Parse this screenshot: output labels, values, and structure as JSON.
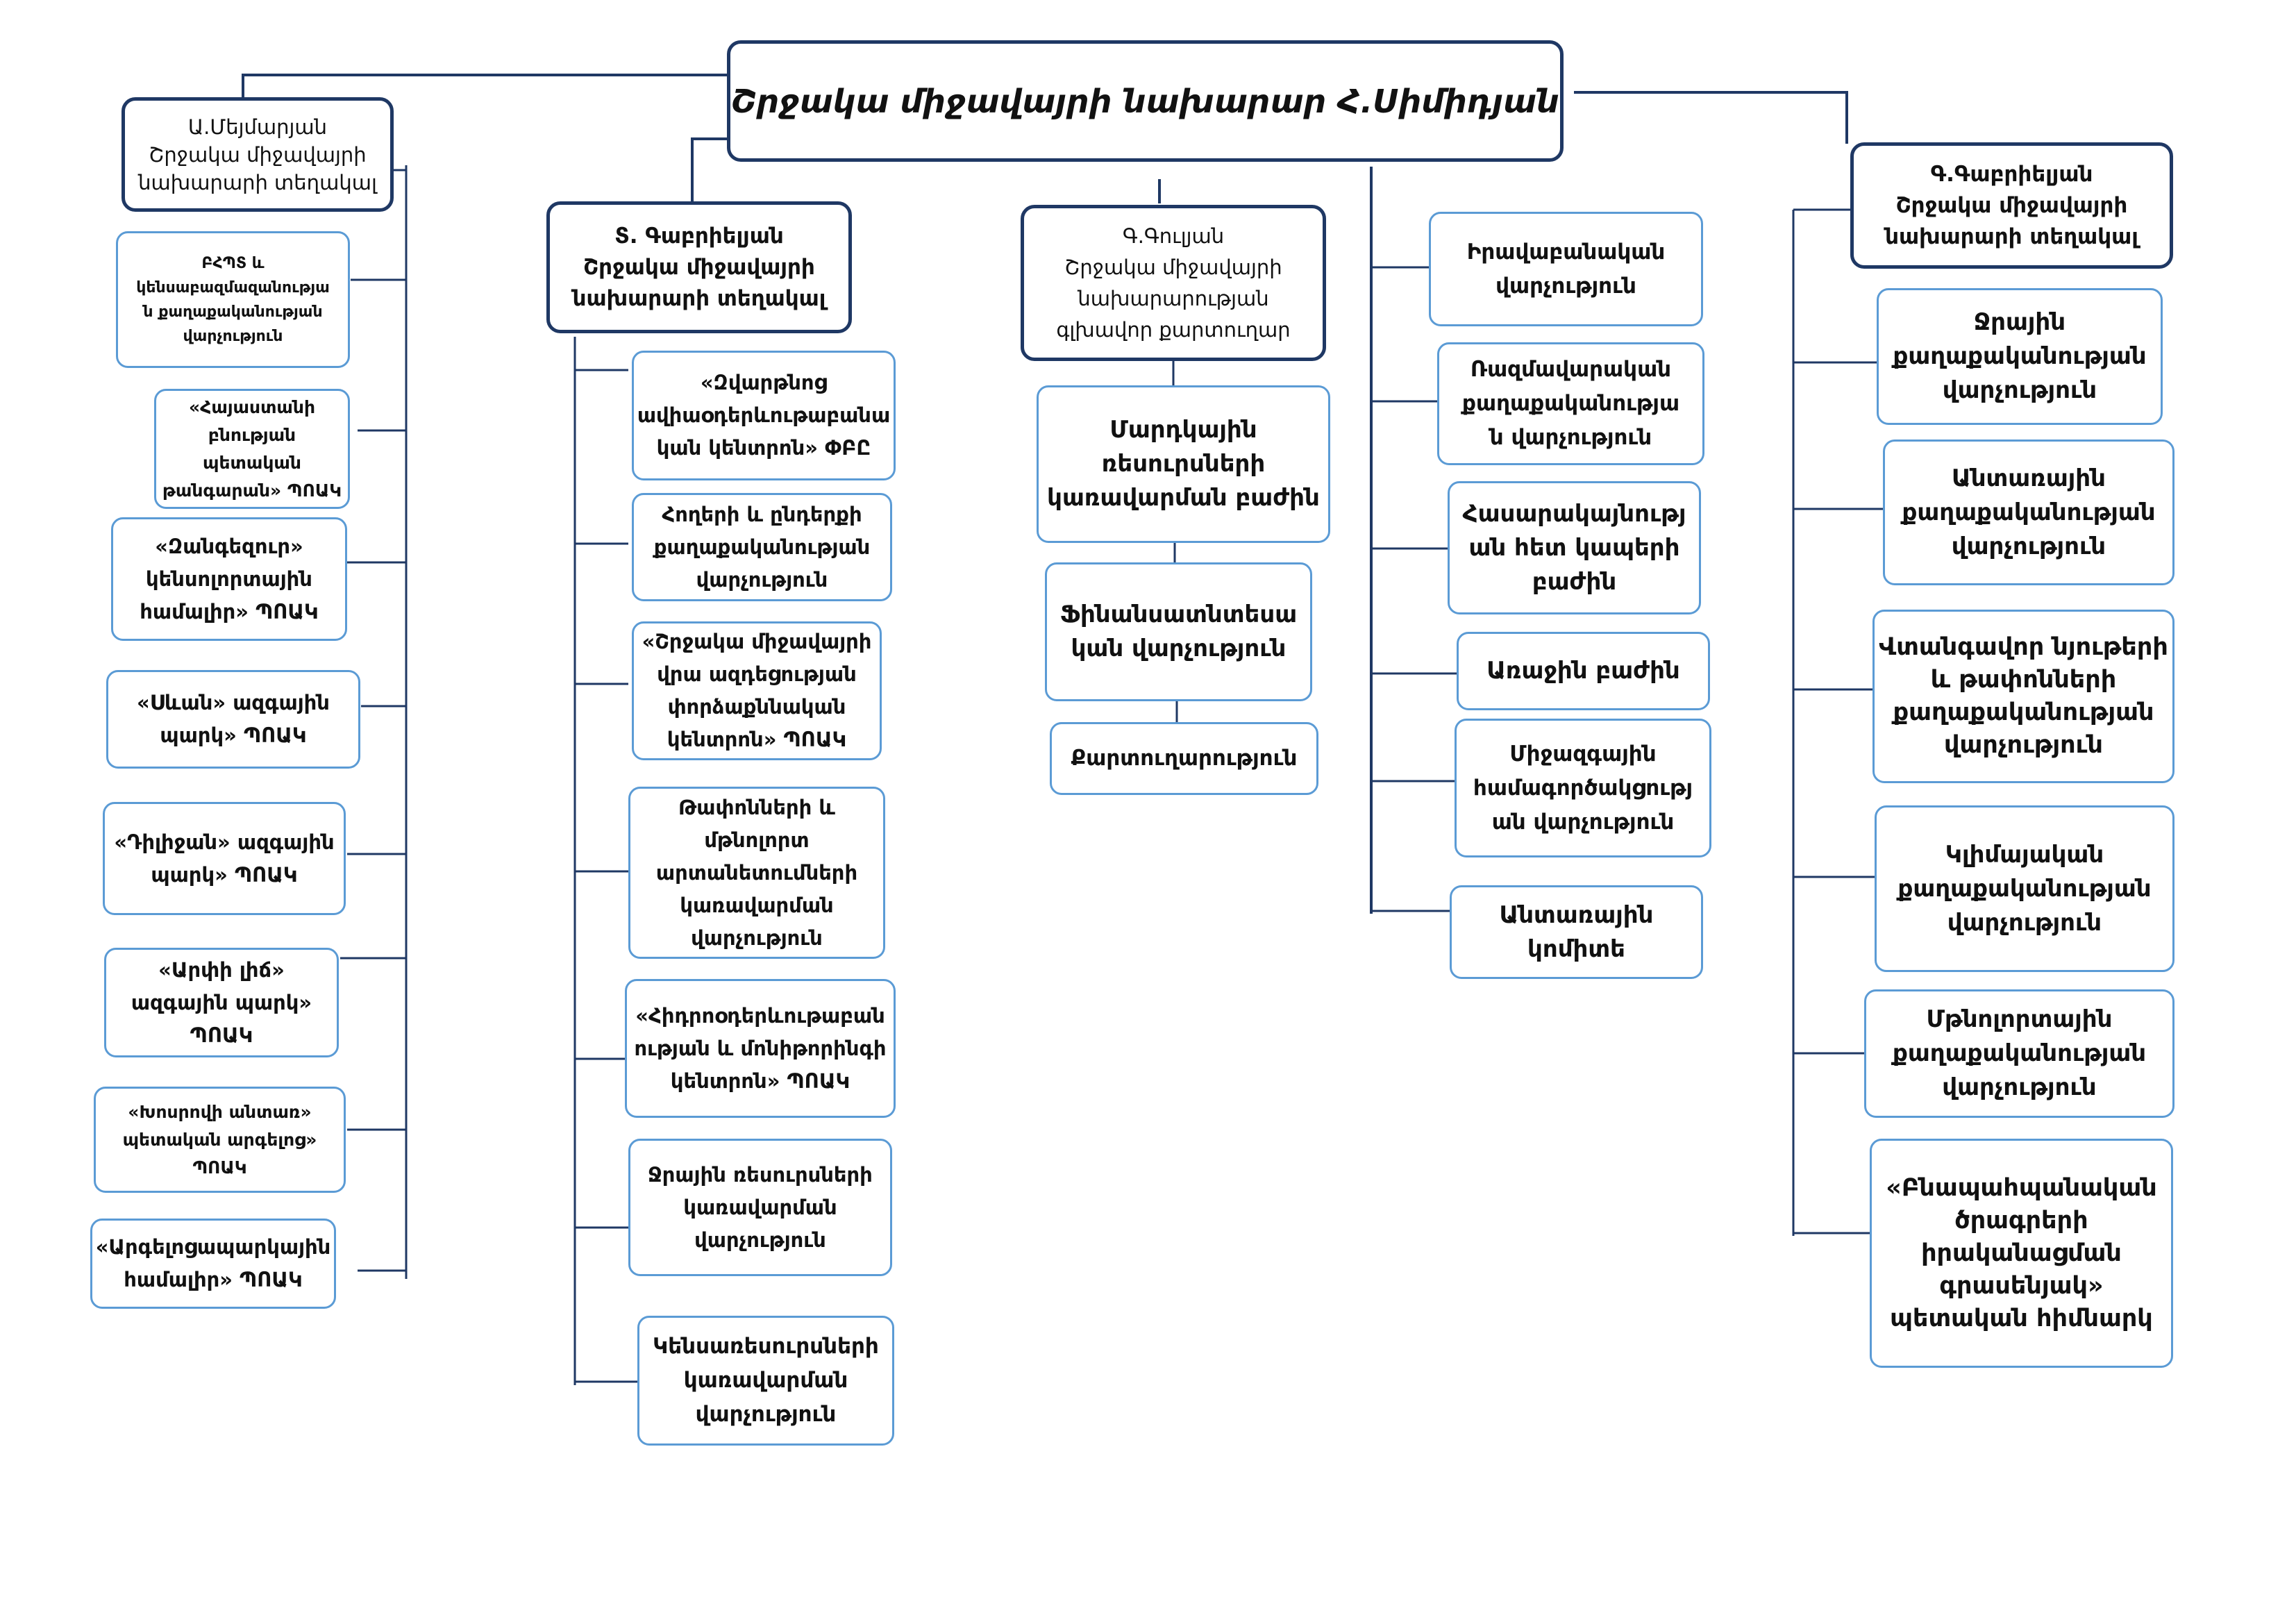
{
  "minister": {
    "label": "Շրջակա միջավայրի նախարար Հ.Սիմիդյան"
  },
  "deputies": {
    "metsoyan": {
      "label": "Ա.Մեյմարյան\nՇրջակա միջավայրի\nնախարարի տեղակալ"
    },
    "t_gabrielyan": {
      "label": "Տ. Գաբրիելյան\nՇրջակա միջավայրի\nնախարարի տեղակալ"
    },
    "g_gulyan": {
      "label": "Գ.Գուլյան\nՇրջակա միջավայրի\nնախարարության\nգլխավոր քարտուղար"
    },
    "g_gabrielyan": {
      "label": "Գ.Գաբրիելյան\nՇրջակա միջավայրի\nնախարարի տեղակալ"
    }
  },
  "column1": [
    "ԲՀՊՏ և\nկենսաբազմազանությա\nն քաղաքականության\nվարչություն",
    "«Հայաստանի\nբնության պետական\nթանգարան» ՊՈԱԿ",
    "«Զանգեզուր»\nկենսոլորտային\nհամալիր» ՊՈԱԿ",
    "«Սևան» ազգային\nպարկ» ՊՈԱԿ",
    "«Դիլիջան» ազգային\nպարկ» ՊՈԱԿ",
    "«Արփի լիճ»\nազգային պարկ»\nՊՈԱԿ",
    "«Խոսրովի անտառ»\nպետական արգելոց»\nՊՈԱԿ",
    "«Արգելոցապարկային\nհամալիր» ՊՈԱԿ"
  ],
  "column2": [
    "«Զվարթնոց\nավիաօդերևութաբանա\nկան կենտրոն» ՓԲԸ",
    "Հողերի և ընդերքի\nքաղաքականության\nվարչություն",
    "«Շրջակա միջավայրի\nվրա ազդեցության\nփորձաքննական\nկենտրոն» ՊՈԱԿ",
    "Թափոնների և\nմթնոլորտ\nարտանետումների\nկառավարման\nվարչություն",
    "«Հիդրոօդերևութաբան\nության և մոնիթորինգի\nկենտրոն» ՊՈԱԿ",
    "Ջրային ռեսուրսների\nկառավարման\nվարչություն",
    "Կենսառեսուրսների\nկառավարման\nվարչություն"
  ],
  "column3": [
    "Մարդկային\nռեսուրսների\nկառավարման բաժին",
    "Ֆինանսատնտեսա\nկան վարչություն",
    "Քարտուղարություն"
  ],
  "column4": [
    "Իրավաբանական\nվարչություն",
    "Ռազմավարական\nքաղաքականությա\nն վարչություն",
    "Հասարակայնությ\nան հետ կապերի\nբաժին",
    "Առաջին բաժին",
    "Միջազգային\nհամագործակցությ\nան վարչություն",
    "Անտառային\nկոմիտե"
  ],
  "column5": [
    "Ջրային\nքաղաքականության\nվարչություն",
    "Անտառային\nքաղաքականության\nվարչություն",
    "Վտանգավոր նյութերի\nև թափոնների\nքաղաքականության\nվարչություն",
    "Կլիմայական\nքաղաքականության\nվարչություն",
    "Մթնոլորտային\nքաղաքականության\nվարչություն",
    "«Բնապահպանական\nծրագրերի\nիրականացման\nգրասենյակ»\nպետական հիմնարկ"
  ]
}
